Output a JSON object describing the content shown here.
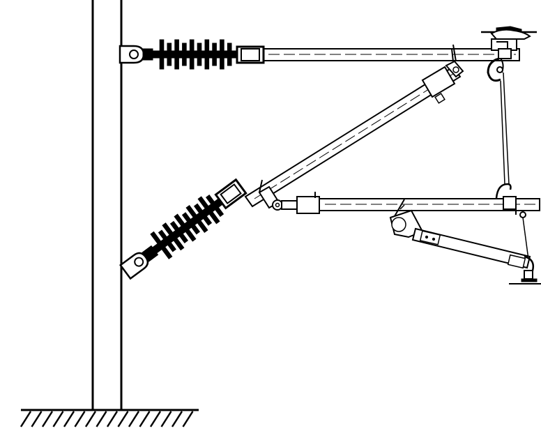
{
  "diagram": {
    "type": "technical-line-drawing",
    "colors": {
      "stroke": "#000000",
      "background": "#ffffff"
    },
    "components": [
      "mast-pole",
      "ground-hatching",
      "upper-cantilever-insulator",
      "upper-cantilever-tube",
      "upper-end-fitting",
      "diagonal-brace-insulator",
      "diagonal-brace-tube",
      "lower-cantilever-tube",
      "messenger-wire-dropper",
      "steady-arm",
      "contact-wire-clamp"
    ]
  }
}
